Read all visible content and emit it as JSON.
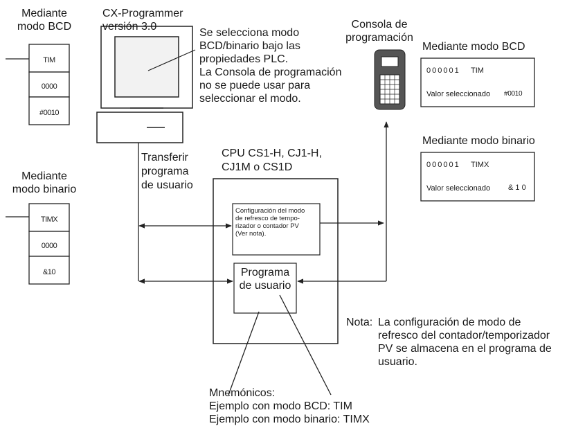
{
  "bcd_mode": {
    "title_line1": "Mediante",
    "title_line2": "modo BCD",
    "ladder": [
      "TIM",
      "0000",
      "#0010"
    ]
  },
  "binary_mode": {
    "title_line1": "Mediante",
    "title_line2": "modo binario",
    "ladder": [
      "TIMX",
      "0000",
      "&10"
    ]
  },
  "cx_programmer": {
    "line1": "CX-Programmer",
    "line2": "versión 3.0"
  },
  "cx_note": [
    "Se selecciona modo",
    "BCD/binario bajo las",
    "propiedades PLC.",
    "La Consola de programación",
    "no se puede usar para",
    "seleccionar el modo."
  ],
  "console": {
    "line1": "Consola de",
    "line2": "programación"
  },
  "display_bcd": {
    "title": "Mediante modo BCD",
    "address": "000001",
    "instruction": "TIM",
    "label": "Valor seleccionado",
    "value": "#0010"
  },
  "display_binary": {
    "title": "Mediante modo binario",
    "address": "000001",
    "instruction": "TIMX",
    "label": "Valor seleccionado",
    "value": "& 1 0"
  },
  "transfer": [
    "Transferir",
    "programa",
    "de usuario"
  ],
  "cpu": [
    "CPU CS1-H, CJ1-H,",
    "CJ1M o CS1D"
  ],
  "config_box": [
    "Configuración del modo",
    "de refresco de tempo-",
    "rizador o contador PV",
    "(Ver nota)."
  ],
  "user_program": [
    "Programa",
    "de usuario"
  ],
  "note": {
    "prefix": "Nota:",
    "lines": [
      "La configuración de modo de",
      "refresco del contador/temporizador",
      "PV se almacena en el programa de",
      "usuario."
    ]
  },
  "mnemonics": [
    "Mnemónicos:",
    "Ejemplo con modo BCD: TIM",
    "Ejemplo con modo binario: TIMX"
  ]
}
